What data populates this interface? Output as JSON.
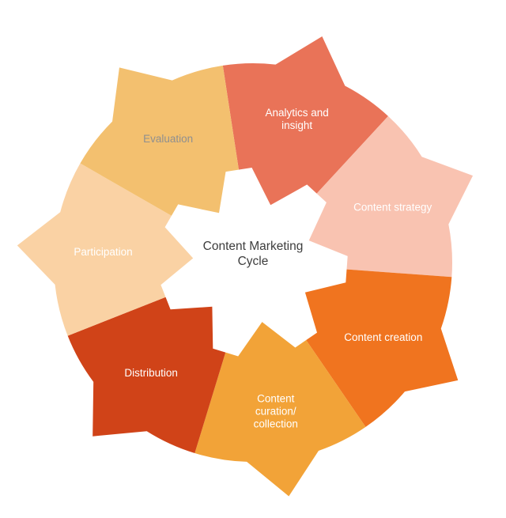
{
  "diagram": {
    "center_title": "Content Marketing Cycle",
    "background_color": "#FFFFFF",
    "hub_color": "#FFFFFF",
    "center_text_color": "#3D3D3D",
    "segments": [
      {
        "label": "Analytics and insight",
        "lines": [
          "Analytics and",
          "insight"
        ],
        "color": "#E97358",
        "text_color": "#FFFFFF"
      },
      {
        "label": "Content strategy",
        "lines": [
          "Content strategy"
        ],
        "color": "#F9C3B1",
        "text_color": "#FFFFFF"
      },
      {
        "label": "Content creation",
        "lines": [
          "Content creation"
        ],
        "color": "#F0741F",
        "text_color": "#FFFFFF"
      },
      {
        "label": "Content curation/collection",
        "lines": [
          "Content",
          "curation/",
          "collection"
        ],
        "color": "#F2A338",
        "text_color": "#FFFFFF"
      },
      {
        "label": "Distribution",
        "lines": [
          "Distribution"
        ],
        "color": "#D04318",
        "text_color": "#FFFFFF"
      },
      {
        "label": "Participation",
        "lines": [
          "Participation"
        ],
        "color": "#FAD2A4",
        "text_color": "#FFFFFF"
      },
      {
        "label": "Evaluation",
        "lines": [
          "Evaluation"
        ],
        "color": "#F3C06F",
        "text_color": "#8F8F8F"
      }
    ]
  }
}
